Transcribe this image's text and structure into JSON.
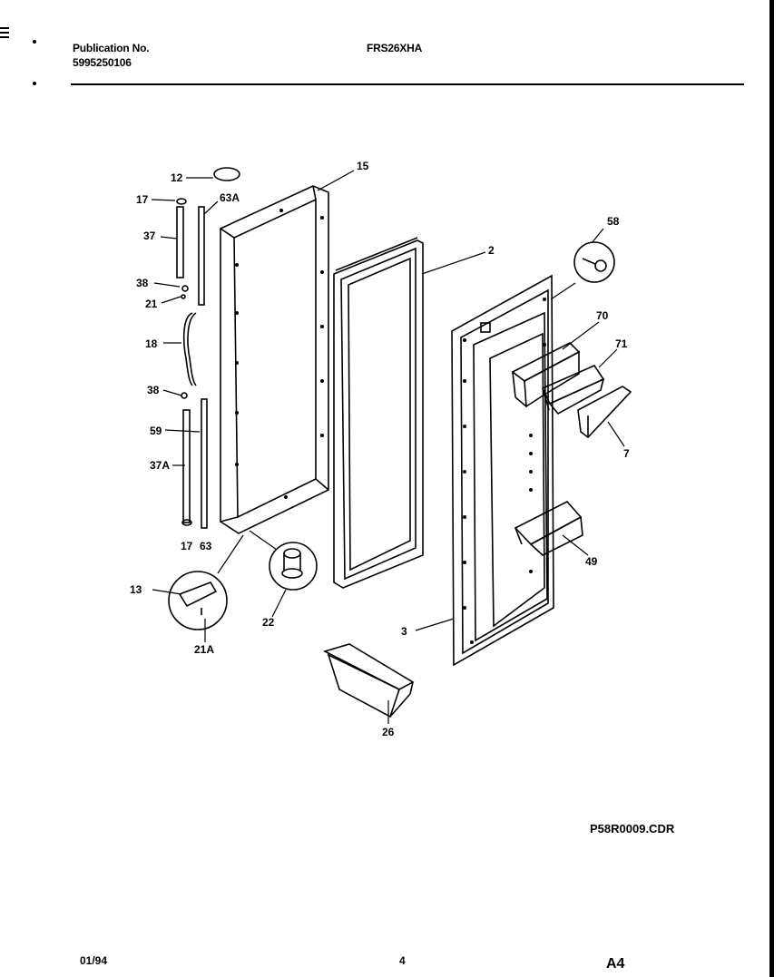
{
  "header": {
    "publication_label": "Publication No.",
    "publication_number": "5995250106",
    "model": "FRS26XHA"
  },
  "footer": {
    "date": "01/94",
    "page": "4",
    "sheet": "A4"
  },
  "drawing_code": "P58R0009.CDR",
  "callouts": {
    "c12": "12",
    "c17a": "17",
    "c63a": "63A",
    "c15": "15",
    "c37": "37",
    "c38a": "38",
    "c21": "21",
    "c18": "18",
    "c38b": "38",
    "c59": "59",
    "c37a": "37A",
    "c17b": "17",
    "c63": "63",
    "c2": "2",
    "c58": "58",
    "c70": "70",
    "c71": "71",
    "c7": "7",
    "c49": "49",
    "c13": "13",
    "c21a": "21A",
    "c22": "22",
    "c3": "3",
    "c26": "26"
  }
}
